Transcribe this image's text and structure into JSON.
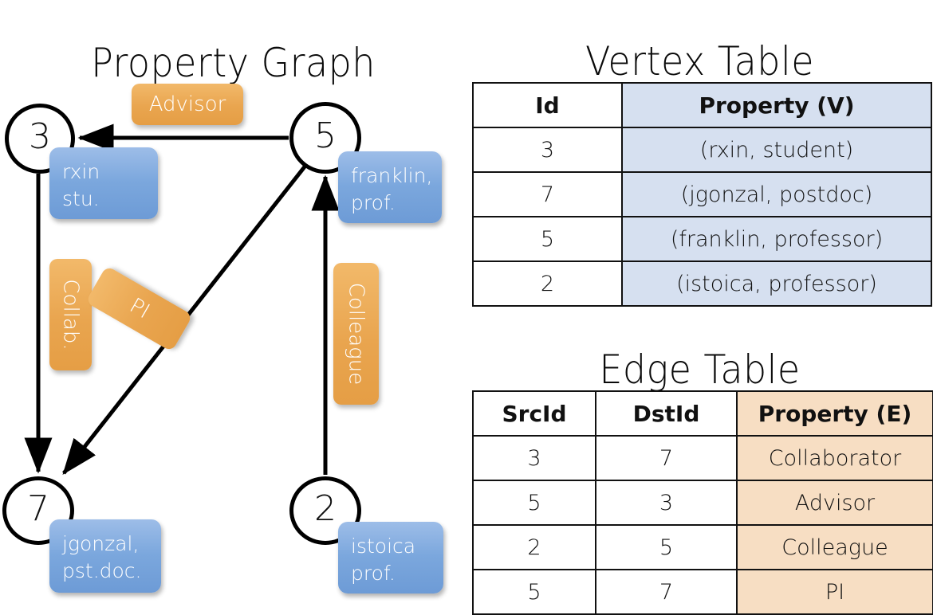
{
  "titles": {
    "property_graph": "Property Graph",
    "vertex_table": "Vertex Table",
    "edge_table": "Edge Table"
  },
  "graph": {
    "nodes": [
      {
        "id": "3",
        "property_label": "rxin\nstu."
      },
      {
        "id": "5",
        "property_label": "franklin,\nprof."
      },
      {
        "id": "7",
        "property_label": "jgonzal,\npst.doc."
      },
      {
        "id": "2",
        "property_label": "istoica\nprof."
      }
    ],
    "node_labels": {
      "n3": "3",
      "n5": "5",
      "n7": "7",
      "n2": "2"
    },
    "property_boxes": {
      "rxin_line1": "rxin",
      "rxin_line2": "stu.",
      "franklin_line1": "franklin,",
      "franklin_line2": "prof.",
      "jgonzal_line1": "jgonzal,",
      "jgonzal_line2": "pst.doc.",
      "istoica_line1": "istoica",
      "istoica_line2": "prof."
    },
    "edge_labels": {
      "advisor": "Advisor",
      "collab": "Collab.",
      "pi": "PI",
      "colleague": "Colleague"
    },
    "edges": [
      {
        "from": "5",
        "to": "3",
        "label": "Advisor"
      },
      {
        "from": "3",
        "to": "7",
        "label": "Collab."
      },
      {
        "from": "5",
        "to": "7",
        "label": "PI"
      },
      {
        "from": "2",
        "to": "5",
        "label": "Colleague"
      }
    ],
    "colors": {
      "node_stroke": "#000000",
      "property_box": "#7ba7dd",
      "edge_label_box": "#e9a54f",
      "arrow": "#000000"
    }
  },
  "vertex_table": {
    "headers": [
      "Id",
      "Property (V)"
    ],
    "rows": [
      {
        "id": "3",
        "property": "(rxin, student)"
      },
      {
        "id": "7",
        "property": "(jgonzal, postdoc)"
      },
      {
        "id": "5",
        "property": "(franklin, professor)"
      },
      {
        "id": "2",
        "property": "(istoica, professor)"
      }
    ],
    "property_column_color": "#d6e0f0"
  },
  "edge_table": {
    "headers": [
      "SrcId",
      "DstId",
      "Property (E)"
    ],
    "rows": [
      {
        "src": "3",
        "dst": "7",
        "property": "Collaborator"
      },
      {
        "src": "5",
        "dst": "3",
        "property": "Advisor"
      },
      {
        "src": "2",
        "dst": "5",
        "property": "Colleague"
      },
      {
        "src": "5",
        "dst": "7",
        "property": "PI"
      }
    ],
    "property_column_color": "#f7dec3"
  }
}
